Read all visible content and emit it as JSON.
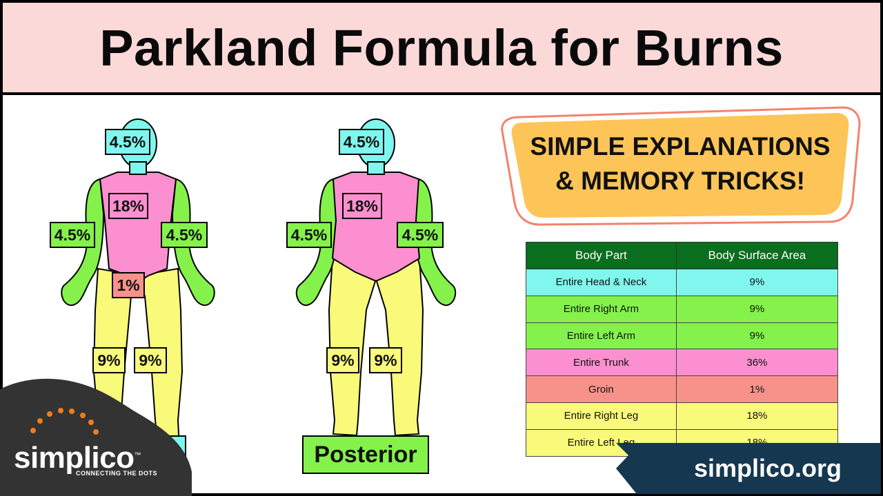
{
  "title": "Parkland Formula for Burns",
  "banner": {
    "line1": "SIMPLE EXPLANATIONS",
    "line2": "& MEMORY TRICKS!"
  },
  "anterior": {
    "head": "4.5%",
    "trunk": "18%",
    "right_arm": "4.5%",
    "left_arm": "4.5%",
    "groin": "1%",
    "right_leg": "9%",
    "left_leg": "9%"
  },
  "posterior": {
    "head": "4.5%",
    "trunk": "18%",
    "right_arm": "4.5%",
    "left_arm": "4.5%",
    "right_leg": "9%",
    "left_leg": "9%",
    "label": "Posterior"
  },
  "table": {
    "headers": [
      "Body Part",
      "Body Surface Area"
    ],
    "rows": [
      {
        "part": "Entire Head & Neck",
        "area": "9%",
        "color": "#7ff7ee"
      },
      {
        "part": "Entire Right Arm",
        "area": "9%",
        "color": "#84f24a"
      },
      {
        "part": "Entire Left Arm",
        "area": "9%",
        "color": "#84f24a"
      },
      {
        "part": "Entire Trunk",
        "area": "36%",
        "color": "#fb8fcf"
      },
      {
        "part": "Groin",
        "area": "1%",
        "color": "#f7928a"
      },
      {
        "part": "Entire Right Leg",
        "area": "18%",
        "color": "#f9f97a"
      },
      {
        "part": "Entire Left Leg",
        "area": "18%",
        "color": "#f9f97a"
      }
    ]
  },
  "logo": {
    "name": "simplico",
    "tm": "™",
    "tagline": "CONNECTING THE DOTS"
  },
  "website": "simplico.org",
  "colors": {
    "title_bg": "#fcd9d9",
    "head": "#7ff7ee",
    "arm": "#84f24a",
    "trunk": "#fb8fcf",
    "groin": "#f7928a",
    "leg": "#f9f97a",
    "table_header": "#0b6d1e",
    "banner": "#fdc457",
    "brand_dark": "#153750",
    "logo_dark": "#333333",
    "logo_dots": "#f07c1e"
  }
}
